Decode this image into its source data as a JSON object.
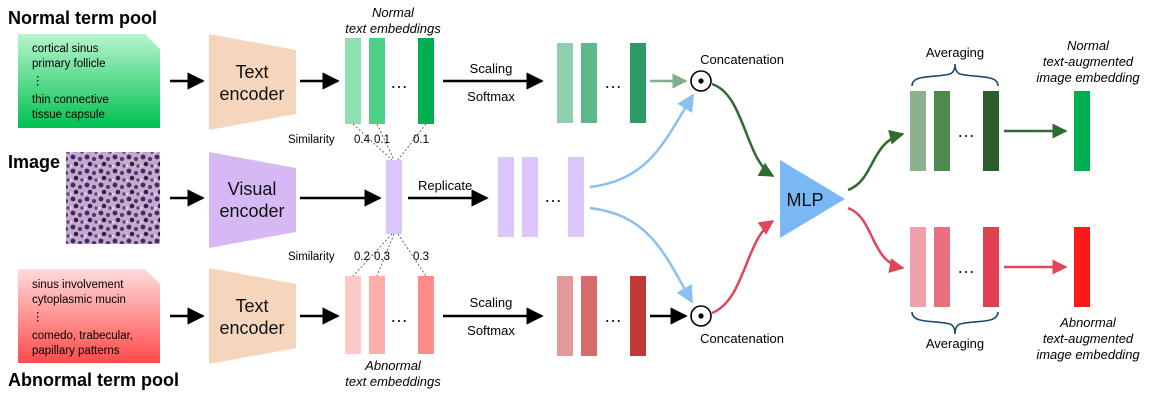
{
  "pools": {
    "normal": {
      "title": "Normal term pool",
      "line1": "cortical sinus",
      "line2": "primary follicle",
      "ellipsis": "⋮",
      "line3": "thin connective",
      "line4": "tissue capsule"
    },
    "abnormal": {
      "title": "Abnormal term pool",
      "line1": "sinus involvement",
      "line2": "cytoplasmic mucin",
      "ellipsis": "⋮",
      "line3": "comedo, trabecular,",
      "line4": "papillary patterns"
    }
  },
  "image_label": "Image",
  "encoders": {
    "text_top_l1": "Text",
    "text_top_l2": "encoder",
    "visual_l1": "Visual",
    "visual_l2": "encoder",
    "text_bot_l1": "Text",
    "text_bot_l2": "encoder"
  },
  "embeddings": {
    "normal_l1": "Normal",
    "normal_l2": "text embeddings",
    "abnormal_l1": "Abnormal",
    "abnormal_l2": "text embeddings"
  },
  "similarity": {
    "label": "Similarity",
    "top_values": [
      "0.4",
      "0.1",
      "0.1"
    ],
    "bottom_values": [
      "0.2",
      "0.3",
      "0.3"
    ]
  },
  "ops": {
    "scaling": "Scaling",
    "softmax": "Softmax",
    "replicate": "Replicate",
    "concatenation": "Concatenation",
    "averaging": "Averaging",
    "mlp": "MLP",
    "dots": "…",
    "odot": "⊙"
  },
  "outputs": {
    "normal_l1": "Normal",
    "normal_l2": "text-augmented",
    "normal_l3": "image embedding",
    "abnormal_l1": "Abnormal",
    "abnormal_l2": "text-augmented",
    "abnormal_l3": "image embedding"
  },
  "colors": {
    "green_light": "#9ee6b6",
    "green_mid": "#2fcf70",
    "green_dark": "#00b050",
    "red_light": "#ffc8c8",
    "red_dark": "#ff3b3b",
    "encoder_fill": "#f6d5bd",
    "visual_fill": "#d6b8f5",
    "lavender_bar": "#dcc6fb",
    "mlp_fill": "#7ab8f5",
    "blue_arrow": "#88c0f0",
    "dark_green_arrow": "#2e6b2e",
    "red_arrow": "#e0455a"
  }
}
